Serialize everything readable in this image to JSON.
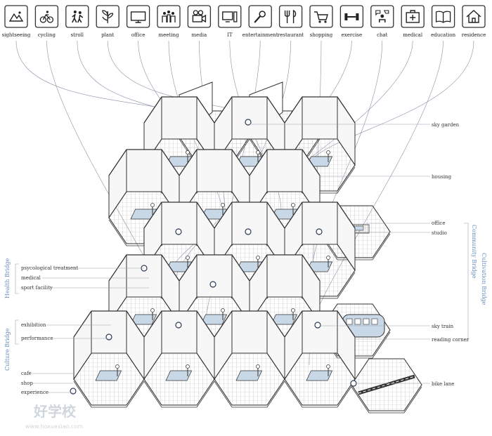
{
  "icons": [
    {
      "label": "sightseeing",
      "icon": "mountain-icon"
    },
    {
      "label": "cycling",
      "icon": "bicycle-icon"
    },
    {
      "label": "stroll",
      "icon": "walking-people-icon"
    },
    {
      "label": "plant",
      "icon": "leaf-icon"
    },
    {
      "label": "office",
      "icon": "monitor-icon"
    },
    {
      "label": "meeting",
      "icon": "meeting-people-icon"
    },
    {
      "label": "media",
      "icon": "video-camera-icon"
    },
    {
      "label": "IT",
      "icon": "computer-icon"
    },
    {
      "label": "entertainment",
      "icon": "microphone-icon"
    },
    {
      "label": "restaurant",
      "icon": "fork-knife-icon"
    },
    {
      "label": "shopping",
      "icon": "shopping-cart-icon"
    },
    {
      "label": "exercise",
      "icon": "dumbbell-icon"
    },
    {
      "label": "chat",
      "icon": "chat-person-icon"
    },
    {
      "label": "medical",
      "icon": "medical-kit-icon"
    },
    {
      "label": "education",
      "icon": "book-icon"
    },
    {
      "label": "residence",
      "icon": "house-icon"
    }
  ],
  "left_labels": {
    "health": [
      "psycological treatment",
      "medical",
      "sport facility"
    ],
    "culture": [
      "exhibition",
      "performance"
    ],
    "bottom": [
      "cafe",
      "shop",
      "experience"
    ]
  },
  "right_labels": {
    "sky_garden": "sky garden",
    "housing": "housing",
    "office": "office",
    "studio": "studio",
    "sky_train": "sky train",
    "reading_corner": "reading corner",
    "bike_lane": "bike lane"
  },
  "bridges": {
    "health": "Health Bridge",
    "culture": "Culture Bridge",
    "community": "Community Bridge",
    "cultivation": "Cultivation Bridge"
  },
  "watermark": {
    "brand": "好学校",
    "url": "www.hoxuexiao.com"
  },
  "colors": {
    "accent_blue": "#c9d8e6",
    "line_dark": "#333333",
    "connector": "#8a90a8",
    "bridge_label": "#6a8fc0"
  }
}
